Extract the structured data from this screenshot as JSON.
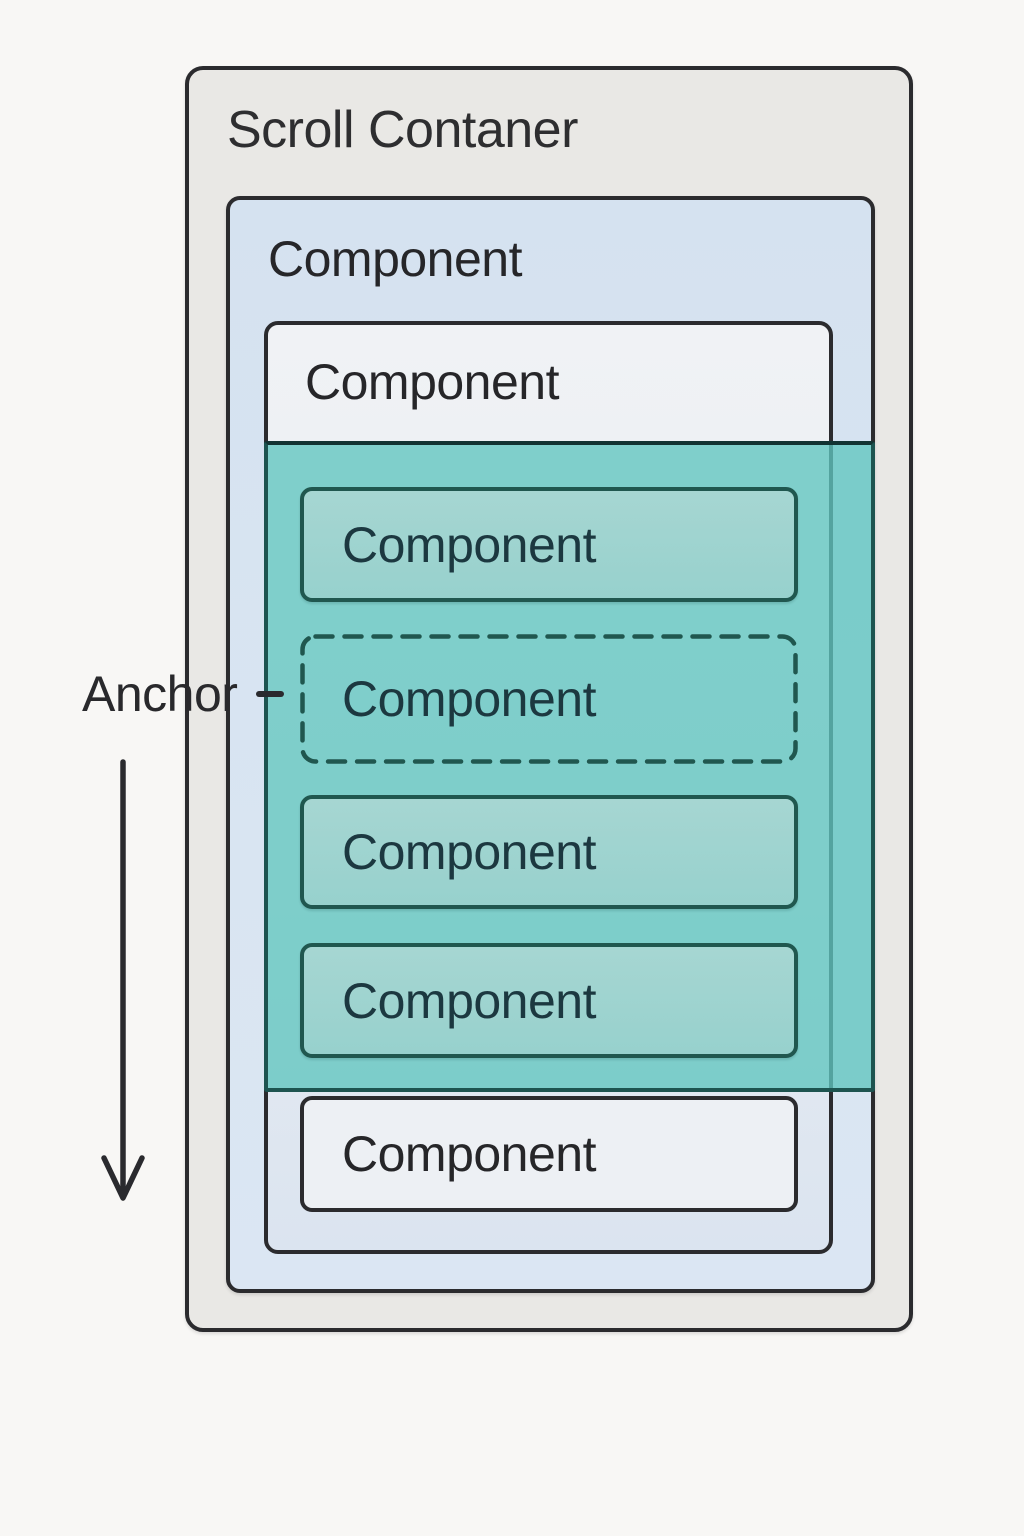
{
  "diagram": {
    "title": "Scroll Contaner",
    "anchor_label": "Anchor",
    "level1": {
      "label": "Component"
    },
    "level2": {
      "label": "Component"
    },
    "highlight_items": [
      {
        "label": "Component",
        "variant": "solid"
      },
      {
        "label": "Component",
        "variant": "dashed",
        "role": "anchor-target"
      },
      {
        "label": "Component",
        "variant": "solid"
      },
      {
        "label": "Component",
        "variant": "solid"
      }
    ],
    "bottom_item": {
      "label": "Component"
    },
    "colors": {
      "page_bg": "#f8f7f5",
      "container_bg": "#e9e8e5",
      "dark_border": "#2b2b2e",
      "level1_bg": "#d7e3f1",
      "level2_bg_top": "#f0f2f5",
      "level2_bg_bottom": "#dbe4f0",
      "bottom_card_bg": "#edf0f4",
      "highlight_fill": "rgba(96,197,191,0.78)",
      "highlight_border": "#1d5450",
      "teal_card_bg": "#9cd3cf",
      "teal_card_border": "#20574f",
      "teal_card_text": "#1c3840",
      "text": "#29292c"
    }
  }
}
